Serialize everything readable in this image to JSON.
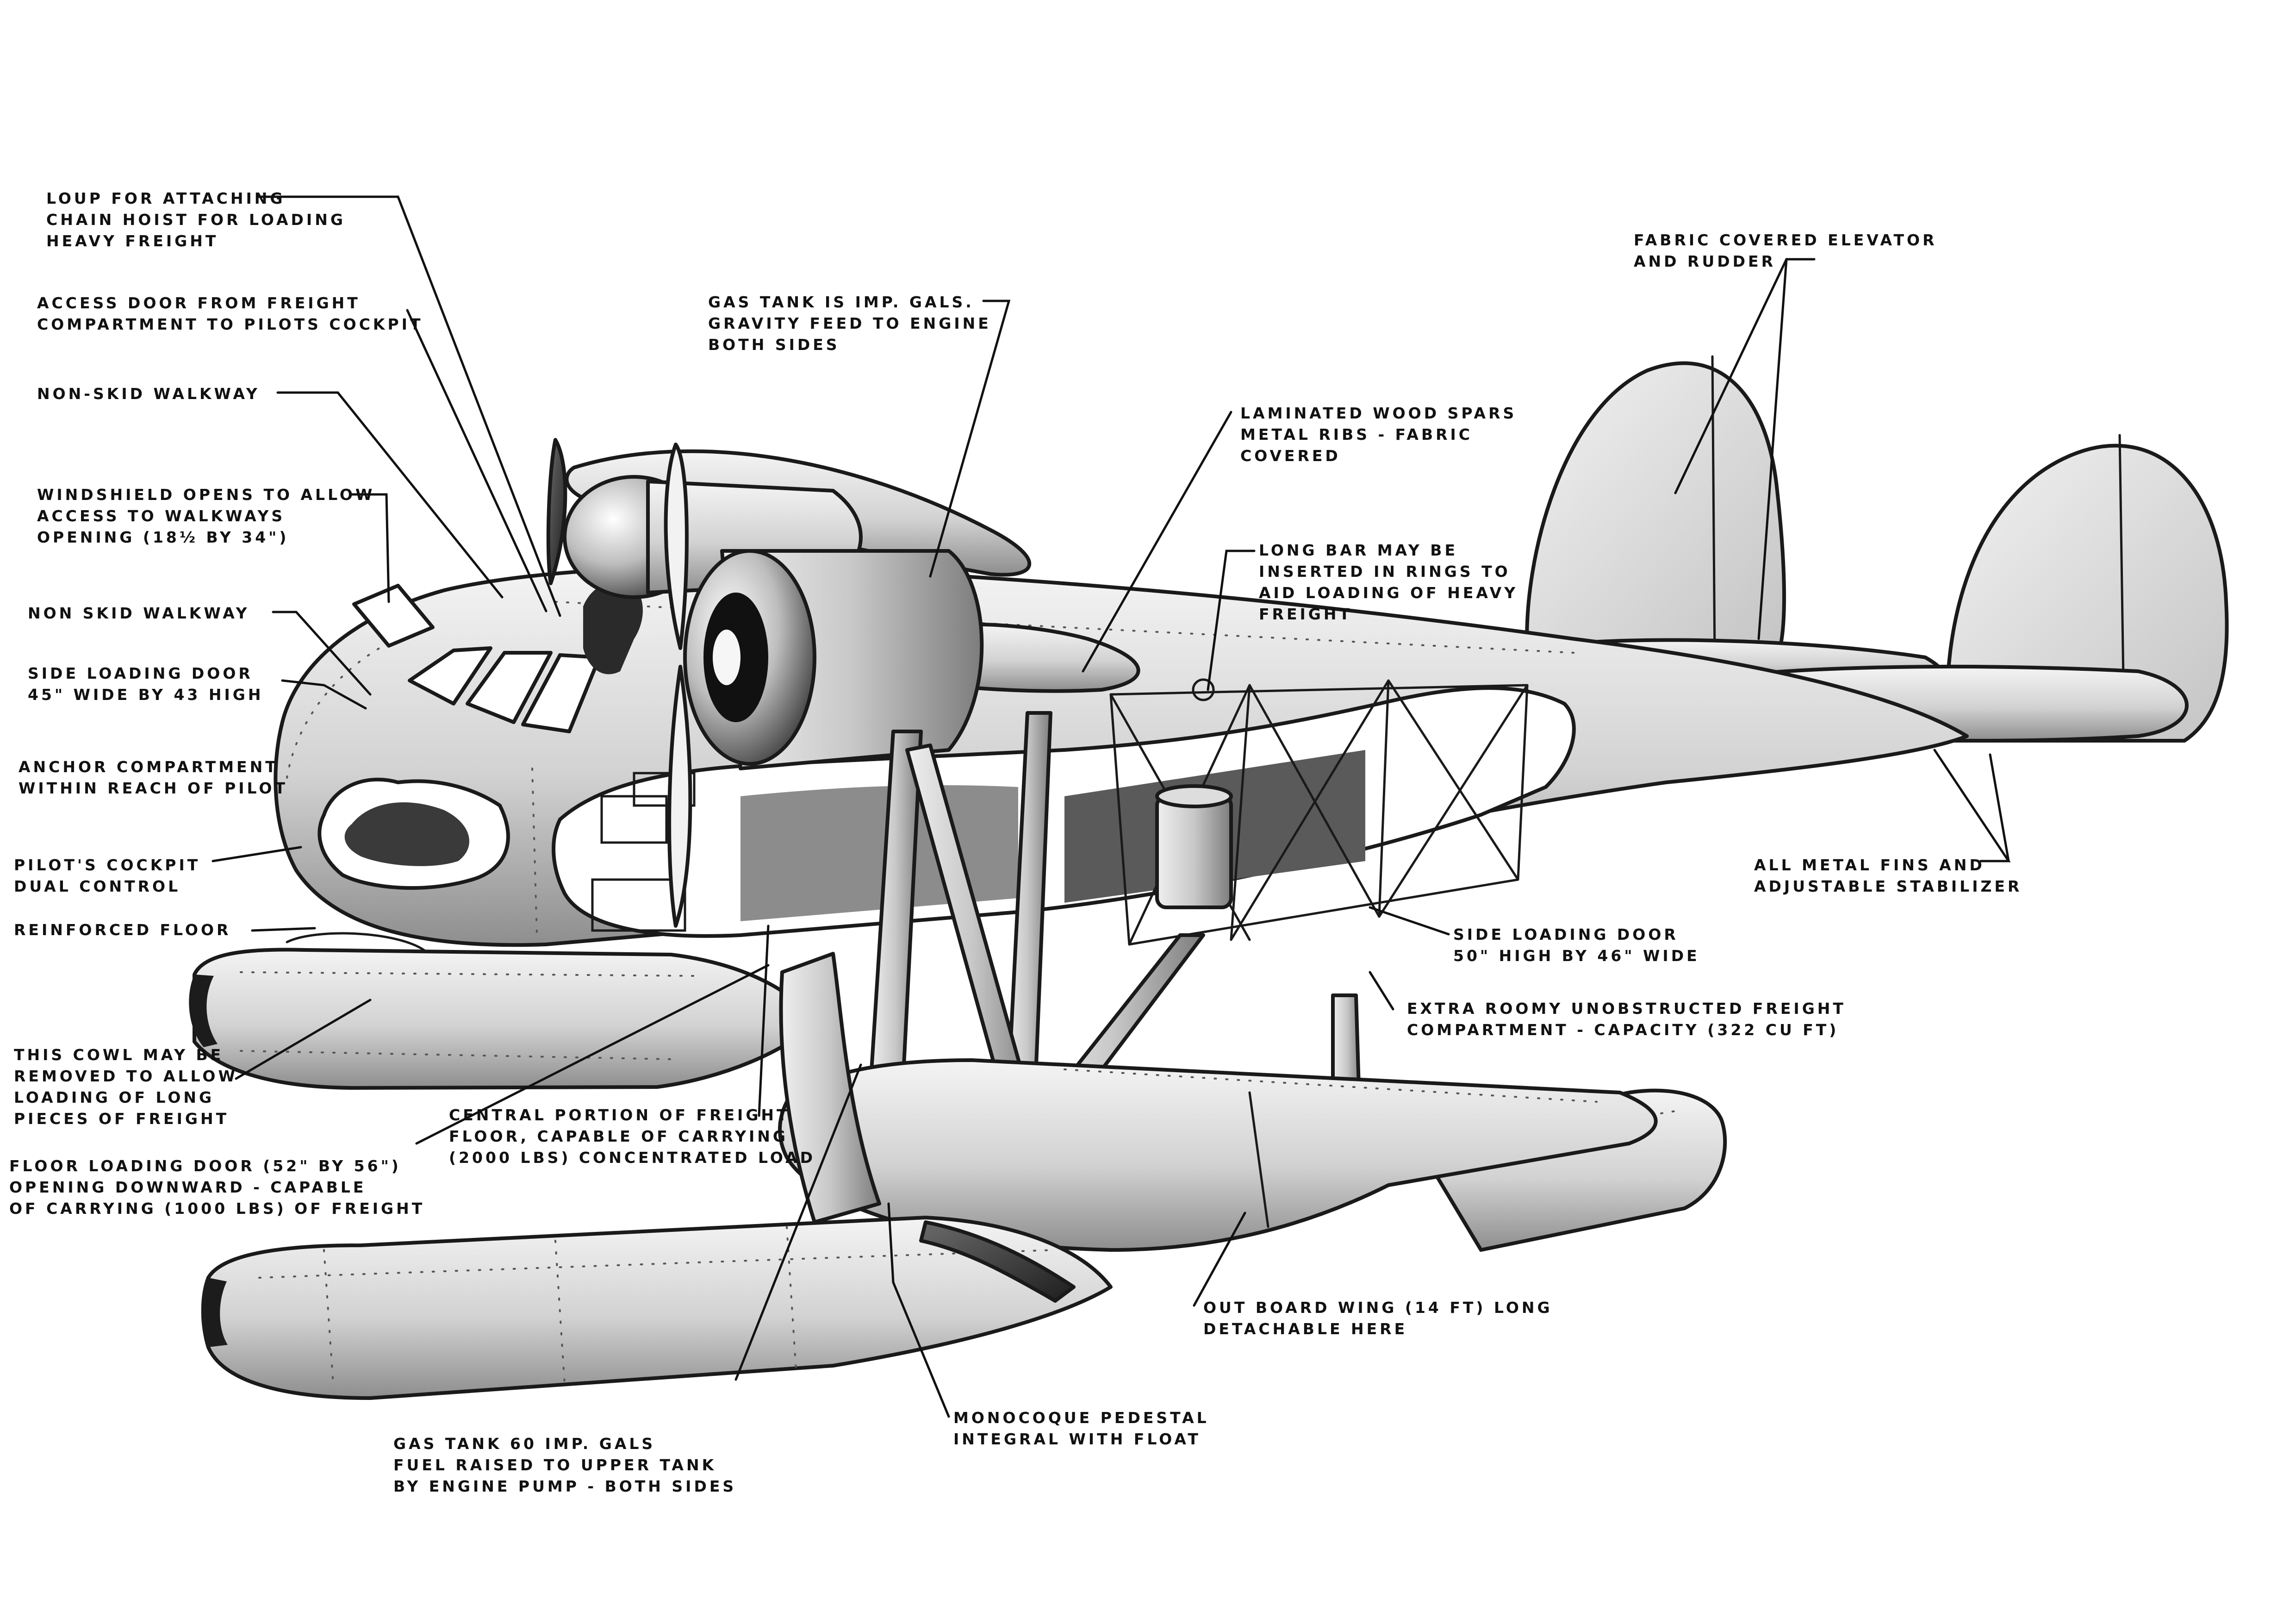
{
  "callouts": [
    {
      "id": "loop",
      "lines": [
        "LOUP FOR ATTACHING",
        "CHAIN HOIST FOR LOADING",
        "HEAVY FREIGHT"
      ]
    },
    {
      "id": "access-door",
      "lines": [
        "ACCESS DOOR FROM FREIGHT",
        "COMPARTMENT TO PILOTS COCKPIT"
      ]
    },
    {
      "id": "non-skid-walkway-top",
      "lines": [
        "NON-SKID WALKWAY"
      ]
    },
    {
      "id": "windshield",
      "lines": [
        "WINDSHIELD OPENS TO ALLOW",
        "ACCESS TO WALKWAYS",
        "OPENING (18½ BY 34\")"
      ]
    },
    {
      "id": "non-skid-walkway",
      "lines": [
        "NON SKID WALKWAY"
      ]
    },
    {
      "id": "side-door-front",
      "lines": [
        "SIDE LOADING DOOR",
        "45\" WIDE BY 43 HIGH"
      ]
    },
    {
      "id": "anchor",
      "lines": [
        "ANCHOR COMPARTMENT",
        "WITHIN REACH OF PILOT"
      ]
    },
    {
      "id": "pilot-cockpit",
      "lines": [
        "PILOT'S COCKPIT",
        "DUAL CONTROL"
      ]
    },
    {
      "id": "reinforced-floor",
      "lines": [
        "REINFORCED FLOOR"
      ]
    },
    {
      "id": "cowl",
      "lines": [
        "THIS COWL MAY BE",
        "REMOVED TO ALLOW",
        "LOADING OF LONG",
        "PIECES OF FREIGHT"
      ]
    },
    {
      "id": "floor-door",
      "lines": [
        "FLOOR LOADING DOOR (52\" BY 56\")",
        "OPENING DOWNWARD - CAPABLE",
        "OF CARRYING (1000 LBS) OF FREIGHT"
      ]
    },
    {
      "id": "central-floor",
      "lines": [
        "CENTRAL PORTION OF FREIGHT",
        "FLOOR, CAPABLE OF CARRYING",
        "(2000 LBS) CONCENTRATED LOAD"
      ]
    },
    {
      "id": "gas-tank-lower",
      "lines": [
        "GAS TANK 60 IMP. GALS",
        "FUEL RAISED TO UPPER TANK",
        "BY ENGINE PUMP - BOTH SIDES"
      ]
    },
    {
      "id": "monocoque",
      "lines": [
        "MONOCOQUE PEDESTAL",
        "INTEGRAL WITH FLOAT"
      ]
    },
    {
      "id": "outboard-wing",
      "lines": [
        "OUT BOARD WING (14 FT) LONG",
        "DETACHABLE HERE"
      ]
    },
    {
      "id": "gas-tank-upper",
      "lines": [
        "GAS TANK IS IMP. GALS.",
        "GRAVITY FEED TO ENGINE",
        "BOTH SIDES"
      ]
    },
    {
      "id": "spars",
      "lines": [
        "LAMINATED WOOD SPARS",
        "METAL RIBS - FABRIC",
        "COVERED"
      ]
    },
    {
      "id": "long-bar",
      "lines": [
        "LONG BAR MAY BE",
        "INSERTED IN RINGS TO",
        "AID LOADING OF HEAVY",
        "FREIGHT"
      ]
    },
    {
      "id": "fabric-elevator",
      "lines": [
        "FABRIC COVERED ELEVATOR",
        "AND RUDDER"
      ]
    },
    {
      "id": "metal-fins",
      "lines": [
        "ALL METAL FINS AND",
        "ADJUSTABLE STABILIZER"
      ]
    },
    {
      "id": "side-door-rear",
      "lines": [
        "SIDE LOADING DOOR",
        "50\" HIGH BY 46\" WIDE"
      ]
    },
    {
      "id": "freight-compartment",
      "lines": [
        "EXTRA ROOMY UNOBSTRUCTED FREIGHT",
        "COMPARTMENT - CAPACITY (322 CU FT)"
      ]
    }
  ]
}
